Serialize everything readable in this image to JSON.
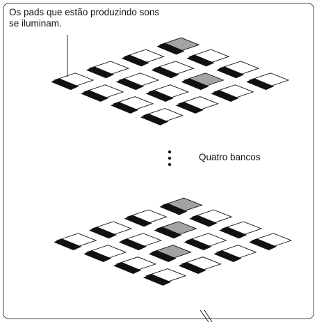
{
  "figure": {
    "callout_lit_pads": "Os pads que estão produzindo sons se iluminam.",
    "callout_banks": "Quatro bancos",
    "pad_fill": "#ffffff",
    "pad_lit_fill": "#a3a3a3",
    "stroke_color": "#111111",
    "banks": [
      {
        "name": "top-bank",
        "rows": 4,
        "cols": 4,
        "lit_pads": [
          [
            0,
            3
          ],
          [
            2,
            2
          ]
        ]
      },
      {
        "name": "bottom-bank",
        "rows": 4,
        "cols": 4,
        "lit_pads": [
          [
            1,
            2
          ],
          [
            2,
            1
          ],
          [
            0,
            3
          ]
        ]
      }
    ]
  }
}
